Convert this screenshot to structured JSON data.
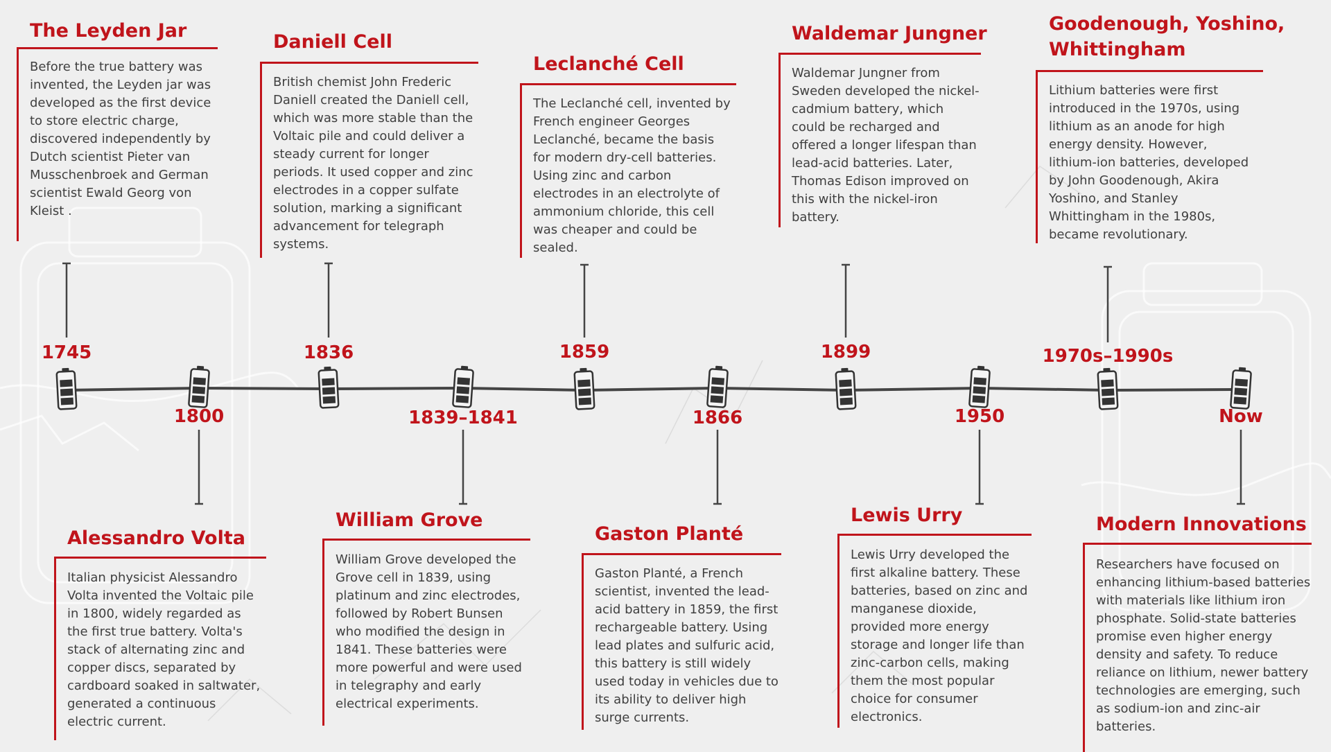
{
  "accent": "#c0141b",
  "line_color": "#444444",
  "events": [
    {
      "year": "1745",
      "title": "The Leyden Jar",
      "lines": [
        "Before the true battery was",
        "invented, the Leyden jar was",
        "developed as the first device",
        "to store electric charge,",
        "discovered independently by",
        "Dutch scientist Pieter van",
        "Musschenbroek and German",
        "scientist Ewald Georg von",
        "Kleist ."
      ]
    },
    {
      "year": "1800",
      "title": "Alessandro Volta",
      "lines": [
        "Italian physicist Alessandro",
        "Volta invented the Voltaic pile",
        "in 1800, widely regarded as",
        "the first true battery. Volta's",
        "stack of alternating zinc and",
        "copper discs, separated by",
        "cardboard soaked in saltwater,",
        "generated a continuous",
        "electric current."
      ]
    },
    {
      "year": "1836",
      "title": "Daniell Cell",
      "lines": [
        "British chemist John Frederic",
        "Daniell created the Daniell cell,",
        "which was more stable than the",
        "Voltaic pile and could deliver a",
        "steady current for longer",
        "periods. It used copper and zinc",
        "electrodes in a copper sulfate",
        "solution, marking a significant",
        "advancement for telegraph",
        "systems."
      ]
    },
    {
      "year": "1839–1841",
      "title": "William Grove",
      "lines": [
        "William Grove developed the",
        "Grove cell in 1839, using",
        "platinum and zinc electrodes,",
        "followed by Robert Bunsen",
        "who modified the design in",
        "1841. These batteries were",
        "more powerful and were used",
        "in telegraphy and early",
        "electrical experiments."
      ]
    },
    {
      "year": "1859",
      "title": "Leclanché Cell",
      "lines": [
        "The Leclanché cell, invented by",
        "French engineer Georges",
        "Leclanché, became the basis",
        "for modern dry-cell batteries.",
        "Using zinc and carbon",
        "electrodes in an electrolyte of",
        "ammonium chloride, this cell",
        "was cheaper and could be",
        "sealed."
      ]
    },
    {
      "year": "1866",
      "title": "Gaston Planté",
      "lines": [
        "Gaston Planté, a French",
        "scientist, invented the lead-",
        "acid battery in 1859, the first",
        "rechargeable battery. Using",
        "lead plates and sulfuric acid,",
        "this battery is still widely",
        "used today in vehicles due to",
        "its ability to deliver high",
        "surge currents."
      ]
    },
    {
      "year": "1899",
      "title": "Waldemar Jungner",
      "lines": [
        "Waldemar Jungner from",
        "Sweden developed the nickel-",
        "cadmium  battery, which",
        "could be recharged and",
        "offered a longer lifespan than",
        "lead-acid batteries. Later,",
        "Thomas Edison improved on",
        "this with the nickel-iron",
        "battery."
      ]
    },
    {
      "year": "1950",
      "title": "Lewis Urry",
      "lines": [
        "Lewis Urry developed the",
        "first alkaline battery. These",
        "batteries, based on zinc and",
        "manganese dioxide,",
        "provided more energy",
        "storage and longer life than",
        "zinc-carbon cells, making",
        "them the most popular",
        "choice for consumer",
        "electronics."
      ]
    },
    {
      "year": "1970s–1990s",
      "title": "Goodenough, Yoshino, Whittingham",
      "title_lines": [
        "Goodenough, Yoshino,",
        "Whittingham"
      ],
      "lines": [
        "Lithium batteries were first",
        "introduced in the 1970s, using",
        "lithium as an anode for high",
        "energy density. However,",
        "lithium-ion batteries, developed",
        "by John Goodenough, Akira",
        "Yoshino, and Stanley",
        "Whittingham in the 1980s,",
        "became revolutionary."
      ]
    },
    {
      "year": "Now",
      "title": "Modern Innovations",
      "lines": [
        "Researchers have focused on",
        "enhancing lithium-based batteries",
        "with materials like lithium iron",
        "phosphate. Solid-state batteries",
        "promise even higher energy",
        "density and safety. To reduce",
        "reliance on lithium, newer battery",
        "technologies are emerging, such",
        "as sodium-ion and zinc-air",
        "batteries."
      ]
    }
  ]
}
